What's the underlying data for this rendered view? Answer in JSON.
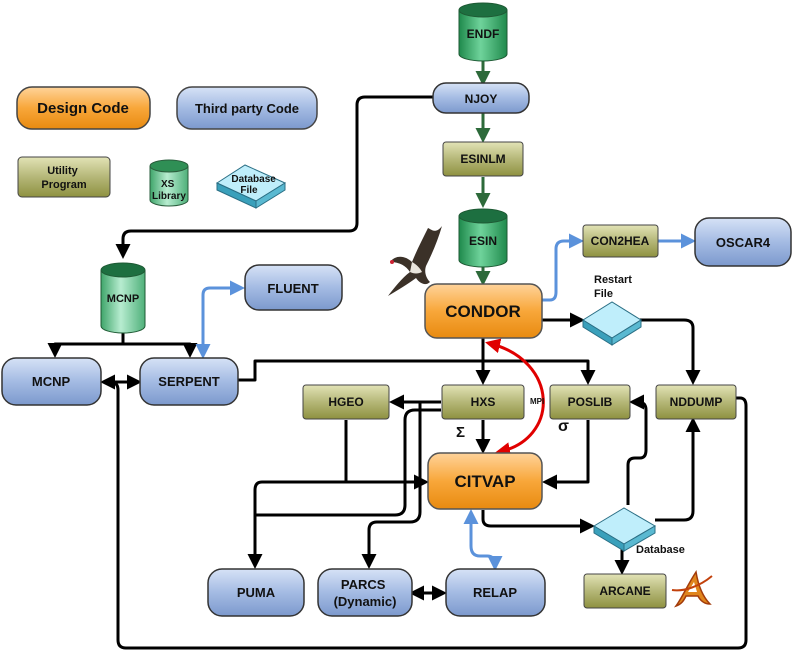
{
  "legend": {
    "design_code": "Design Code",
    "third_party_code": "Third party Code",
    "utility_program": "Utility\nProgram",
    "xs_library": "XS\nLibrary",
    "database_file": "Database\nFile"
  },
  "nodes": {
    "endf": "ENDF",
    "njoy": "NJOY",
    "esinlm": "ESINLM",
    "esin": "ESIN",
    "condor": "CONDOR",
    "con2hea": "CON2HEA",
    "oscar4": "OSCAR4",
    "restart_file": "Restart\nFile",
    "mcnp_lib": "MCNP",
    "fluent": "FLUENT",
    "mcnp": "MCNP",
    "serpent": "SERPENT",
    "hgeo": "HGEO",
    "hxs": "HXS",
    "poslib": "POSLIB",
    "nddump": "NDDUMP",
    "citvap": "CITVAP",
    "database": "Database",
    "puma": "PUMA",
    "parcs": "PARCS\n(Dynamic)",
    "relap": "RELAP",
    "arcane": "ARCANE"
  },
  "annotations": {
    "mpi": "MPI",
    "sigma": "Σ",
    "small_sigma": "σ"
  },
  "colors": {
    "design_fill": "#f7a12e",
    "third_party_fill": "#9db3de",
    "utility_fill": "#a2a65a",
    "library_fill": "#38a868",
    "black_arrow": "#000000",
    "blue_arrow": "#5b92db",
    "green_arrow": "#2d6a3a",
    "mpi_arrow": "#e00000"
  },
  "icons": {
    "condor_bird": "condor-bird-icon",
    "arcane_logo": "arcane-logo-icon"
  }
}
